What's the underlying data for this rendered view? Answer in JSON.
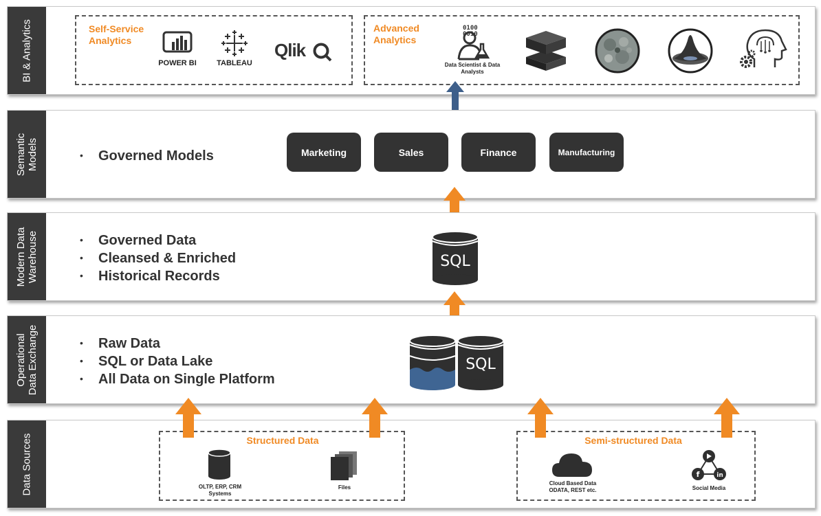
{
  "layers": {
    "bi": {
      "label": "BI & Analytics",
      "self_service": {
        "title": "Self-Service Analytics",
        "tools": [
          "POWER BI",
          "TABLEAU",
          "Qlik"
        ]
      },
      "advanced": {
        "title": "Advanced Analytics",
        "data_scientist_caption": "Data Scientist & Data Analysts",
        "binary_text": "0100 0010",
        "icons": [
          "stack-layers-icon",
          "cluster-photo-icon",
          "surface-plot-icon",
          "brain-gear-icon"
        ]
      }
    },
    "semantic": {
      "label": "Semantic Models",
      "bullets": [
        "Governed Models"
      ],
      "models": [
        "Marketing",
        "Sales",
        "Finance",
        "Manufacturing"
      ]
    },
    "warehouse": {
      "label": "Modern Data Warehouse",
      "bullets": [
        "Governed Data",
        "Cleansed & Enriched",
        "Historical Records"
      ],
      "db_label": "SQL"
    },
    "ode": {
      "label": "Operational Data Exchange",
      "bullets": [
        "Raw Data",
        "SQL or Data Lake",
        "All Data on Single Platform"
      ],
      "db_label": "SQL"
    },
    "sources": {
      "label": "Data Sources",
      "structured": {
        "title": "Structured Data",
        "items": [
          "OLTP, ERP, CRM Systems",
          "Files"
        ]
      },
      "semi": {
        "title": "Semi-structured Data",
        "items": [
          "Cloud Based Data ODATA, REST etc.",
          "Social Media"
        ]
      }
    }
  },
  "colors": {
    "accent_orange": "#f08a24",
    "dark_panel": "#3a3a3a",
    "blue_arrow": "#3e5f8a",
    "lake_blue": "#3f6593"
  }
}
